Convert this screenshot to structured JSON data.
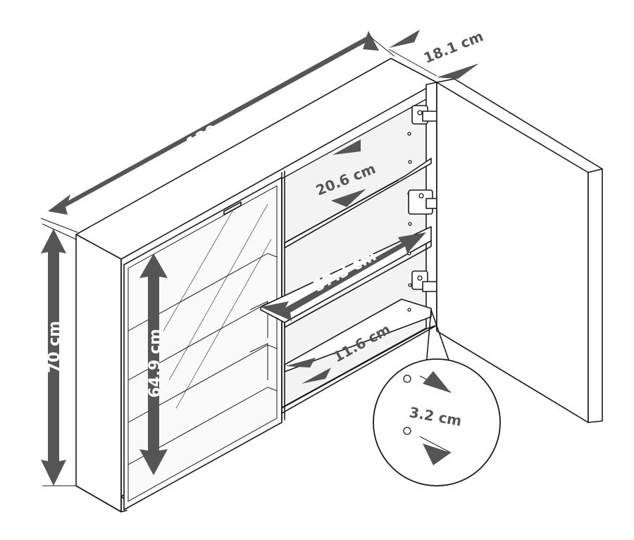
{
  "dimensions": {
    "width": "120 cm",
    "depth": "18.1 cm",
    "height": "70 cm",
    "inner_height": "64.9 cm",
    "shelf_spacing": "20.6 cm",
    "shelf_width": "57.3 cm",
    "shelf_depth": "11.6 cm",
    "hole_spacing": "3.2 cm"
  },
  "colors": {
    "arrow": "#555555",
    "line": "#1a1a1a",
    "background": "#ffffff"
  }
}
